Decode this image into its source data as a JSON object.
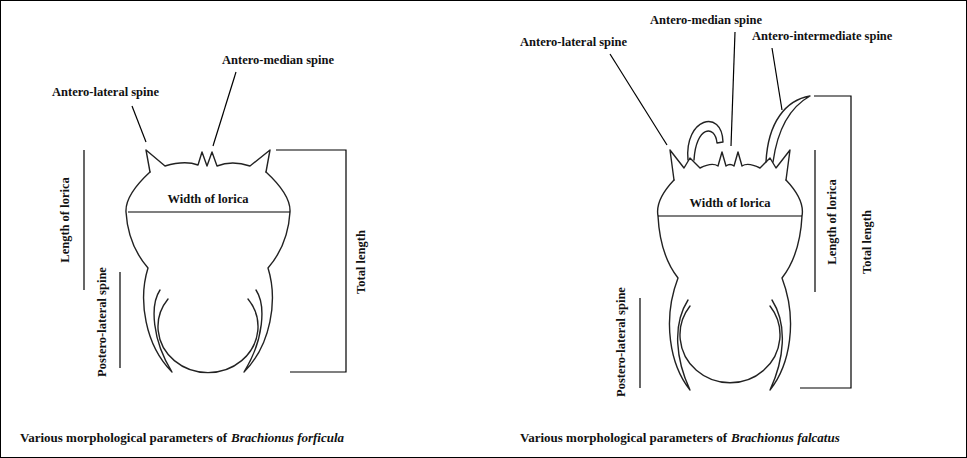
{
  "diagram": {
    "labels": [
      "Antero-lateral spine",
      "Antero-median spine",
      "Width of lorica",
      "Length of lorica",
      "Postero-lateral spine",
      "Total length",
      "Various morphological parameters of",
      "Brachionus forficula",
      "Antero-median spine",
      "Antero-lateral spine",
      "Antero-intermediate spine",
      "Width of lorica",
      "Length of lorica",
      "Total length",
      "Postero-lateral spine",
      "Various morphological parameters of",
      "Brachionus falcatus"
    ]
  }
}
